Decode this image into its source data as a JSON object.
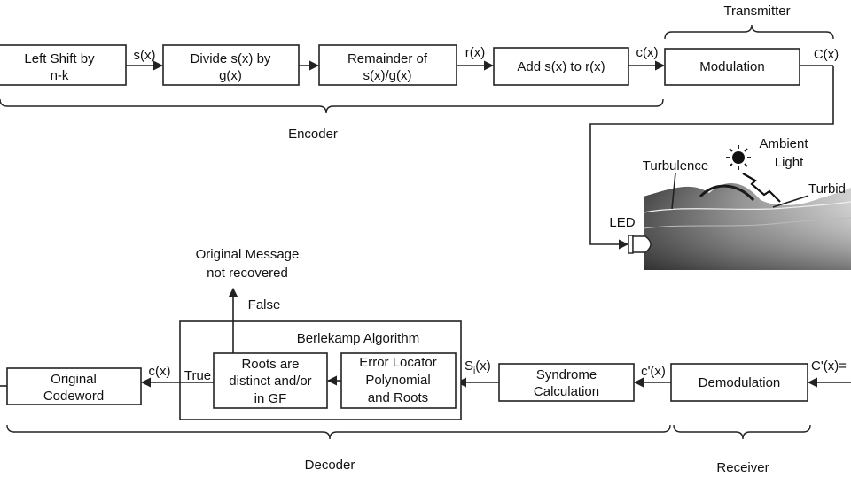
{
  "encoder": {
    "box_left_shift": [
      "Left Shift by",
      "n-k"
    ],
    "box_divide": [
      "Divide s(x) by",
      "g(x)"
    ],
    "box_remainder": [
      "Remainder of",
      "s(x)/g(x)"
    ],
    "box_add": "Add s(x) to r(x)",
    "signal_s": "s(x)",
    "signal_r": "r(x)",
    "signal_c": "c(x)",
    "label": "Encoder"
  },
  "transmitter": {
    "box_modulation": "Modulation",
    "signal_C": "C(x)",
    "label": "Transmitter"
  },
  "channel": {
    "led": "LED",
    "turbulence": "Turbulence",
    "ambient_light": [
      "Ambient",
      "Light"
    ],
    "turbid": "Turbid"
  },
  "receiver": {
    "box_demodulation": "Demodulation",
    "signal_C_prime": "C'(x)=",
    "label": "Receiver"
  },
  "decoder": {
    "box_syndrome": [
      "Syndrome",
      "Calculation"
    ],
    "signal_c_prime": "c'(x)",
    "signal_S_main": "S",
    "signal_S_sub": "i",
    "signal_S_tail": "(x)",
    "group_title": "Berlekamp Algorithm",
    "box_error_locator": [
      "Error Locator",
      "Polynomial",
      "and Roots"
    ],
    "box_roots": [
      "Roots are",
      "distinct and/or",
      "in GF"
    ],
    "branch_true": "True",
    "branch_false": "False",
    "fail_message": [
      "Original Message",
      "not recovered"
    ],
    "signal_c_out": "c(x)",
    "box_original_codeword": [
      "Original",
      "Codeword"
    ],
    "label": "Decoder"
  },
  "colors": {
    "line": "#222222",
    "water_dark": "#4a4a4a",
    "water_light": "#d8d8d8"
  },
  "icons": [
    "sun-icon",
    "led-icon",
    "lightning-icon"
  ]
}
